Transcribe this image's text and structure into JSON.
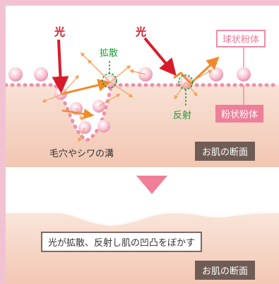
{
  "labels": {
    "light_1": "光",
    "light_2": "光",
    "scatter": "拡散",
    "reflect": "反射",
    "spherical_powder": "球状粉体",
    "flat_powder": "粉状粉体",
    "pore_caption": "毛穴やシワの溝",
    "skin_cross_section_top": "お肌の断面",
    "summary": "光が拡散、反射し肌の凹凸をぼかす",
    "skin_cross_section_bottom": "お肌の断面"
  },
  "colors": {
    "frame_pink": "#f1c3d2",
    "skin_top": "#f7dccd",
    "skin_bottom": "#f3c4ad",
    "powder_dot": "#ef8fa8",
    "light_arrow_red": "#d81b2b",
    "reflect_arrow_orange": "#f08a2c",
    "guide_green": "#1e9a38",
    "tag_brown": "#6f5d55",
    "down_arrow_pink": "#ef7f98"
  }
}
